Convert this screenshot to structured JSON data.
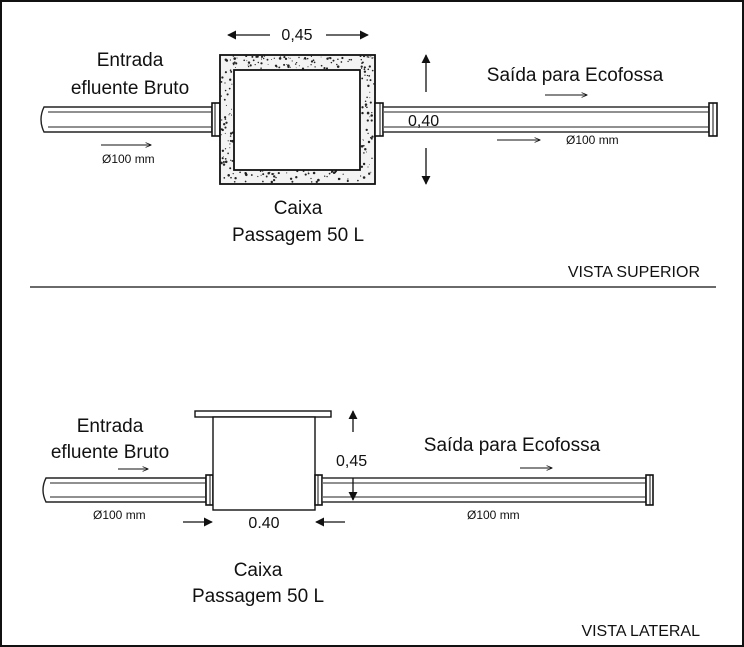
{
  "top_view": {
    "inlet_line1": "Entrada",
    "inlet_line2": "efluente Bruto",
    "inlet_diameter": "Ø100 mm",
    "dim_width": "0,45",
    "dim_height": "0,40",
    "outlet_label": "Saída para Ecofossa",
    "outlet_diameter": "Ø100 mm",
    "box_line1": "Caixa",
    "box_line2": "Passagem 50 L",
    "view_title": "VISTA SUPERIOR"
  },
  "side_view": {
    "inlet_line1": "Entrada",
    "inlet_line2": "efluente Bruto",
    "inlet_diameter": "Ø100 mm",
    "dim_height": "0,45",
    "dim_width": "0.40",
    "outlet_label": "Saída para Ecofossa",
    "outlet_diameter": "Ø100 mm",
    "box_line1": "Caixa",
    "box_line2": "Passagem 50 L",
    "view_title": "VISTA LATERAL"
  }
}
